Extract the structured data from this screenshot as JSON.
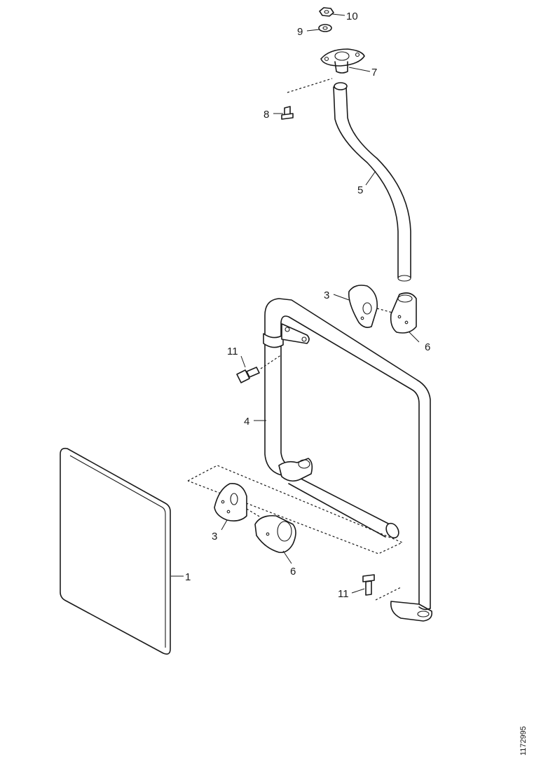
{
  "callouts": {
    "c1": "1",
    "c3a": "3",
    "c3b": "3",
    "c4": "4",
    "c5": "5",
    "c6a": "6",
    "c6b": "6",
    "c7": "7",
    "c8": "8",
    "c9": "9",
    "c10": "10",
    "c11a": "11",
    "c11b": "11"
  },
  "figure_code": "1172995"
}
